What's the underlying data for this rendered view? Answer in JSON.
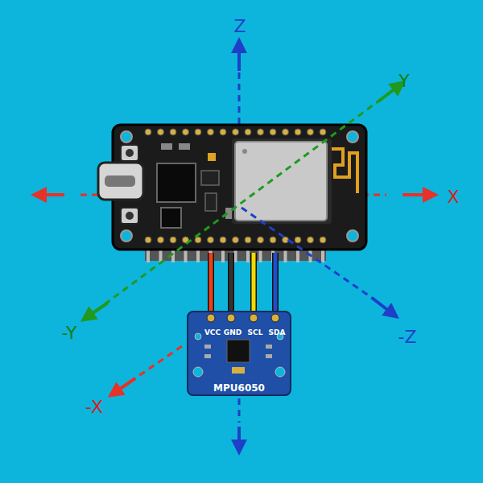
{
  "diagram": {
    "nodes": [
      {
        "text": [
          "VCC",
          "GND",
          "SCL",
          "SDA",
          "MPU6050"
        ]
      }
    ],
    "labels": [
      "Z",
      "Y",
      "X",
      "-Y",
      "-Z",
      "-X"
    ]
  }
}
